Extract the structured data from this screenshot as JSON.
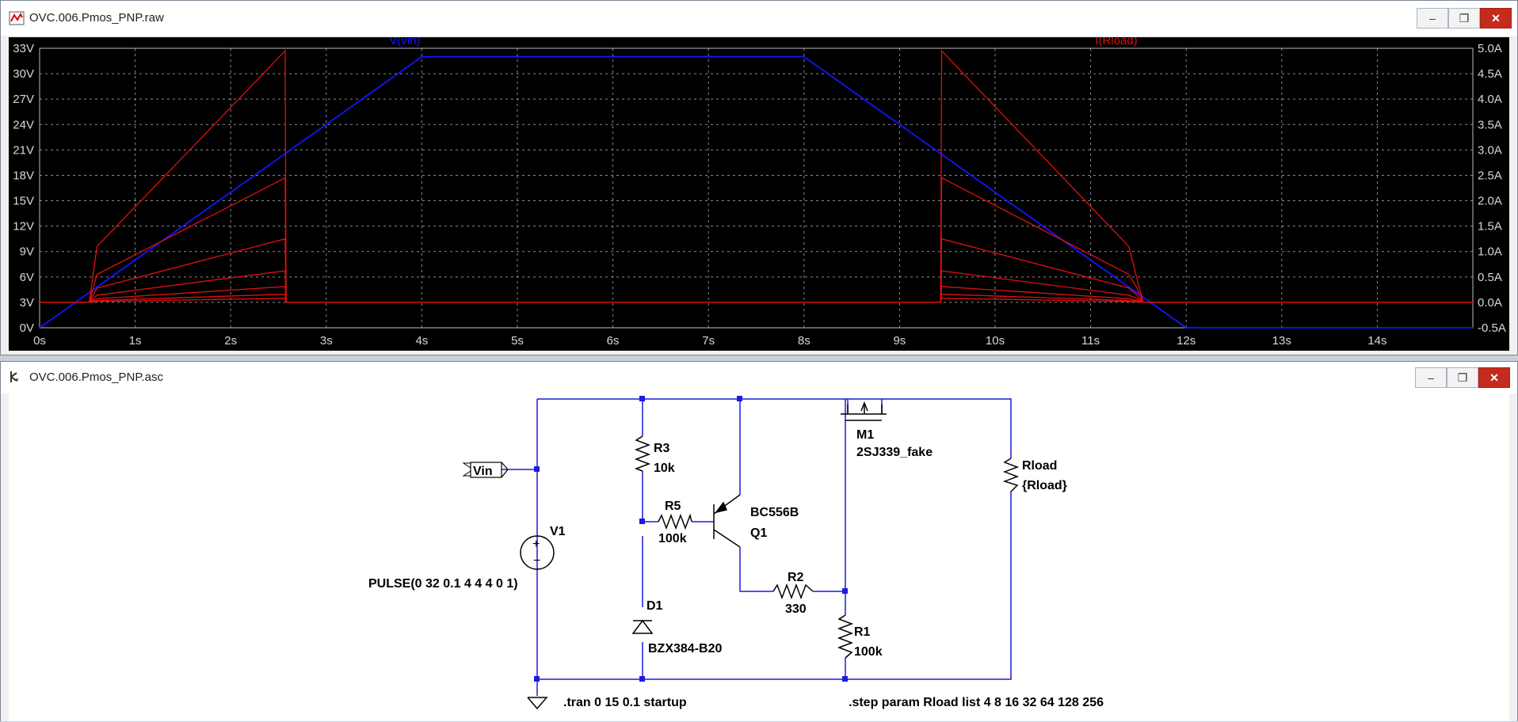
{
  "plot_window": {
    "title": "OVC.006.Pmos_PNP.raw",
    "icon": "waveform-icon",
    "buttons": {
      "minimize": "–",
      "restore": "❐",
      "close": "✕"
    }
  },
  "schematic_window": {
    "title": "OVC.006.Pmos_PNP.asc",
    "icon": "schematic-icon",
    "buttons": {
      "minimize": "–",
      "restore": "❐",
      "close": "✕"
    }
  },
  "colors": {
    "vin": "#1414ff",
    "iload": "#e01010",
    "grid": "#8a8a8a",
    "wire": "#1c1cdc",
    "axis_text": "#d8d8d8"
  },
  "chart_data": {
    "type": "line",
    "x_ticks": [
      "0s",
      "1s",
      "2s",
      "3s",
      "4s",
      "5s",
      "6s",
      "7s",
      "8s",
      "9s",
      "10s",
      "11s",
      "12s",
      "13s",
      "14s"
    ],
    "xlim": [
      0,
      15
    ],
    "y_left_ticks": [
      "0V",
      "3V",
      "6V",
      "9V",
      "12V",
      "15V",
      "18V",
      "21V",
      "24V",
      "27V",
      "30V",
      "33V"
    ],
    "y_left_lim": [
      0,
      33
    ],
    "y_right_ticks": [
      "-0.5A",
      "0.0A",
      "0.5A",
      "1.0A",
      "1.5A",
      "2.0A",
      "2.5A",
      "3.0A",
      "3.5A",
      "4.0A",
      "4.5A",
      "5.0A"
    ],
    "y_right_lim": [
      -0.5,
      5.0
    ],
    "grid": true,
    "series": [
      {
        "name": "V(vin)",
        "axis": "left",
        "x": [
          0,
          4,
          8,
          12,
          15
        ],
        "y": [
          0,
          32,
          32,
          0,
          0
        ]
      },
      {
        "name": "I(Rload)",
        "axis": "right",
        "runs": [
          {
            "x": [
              0,
              0.52,
              0.6,
              2.57,
              2.58,
              9.43,
              9.44,
              11.4,
              11.48,
              11.55,
              15
            ],
            "y": [
              0,
              0,
              1.1,
              4.95,
              0,
              0,
              4.95,
              1.1,
              0.5,
              0,
              0
            ]
          },
          {
            "x": [
              0,
              0.52,
              0.6,
              2.57,
              2.58,
              9.43,
              9.44,
              11.4,
              11.48,
              11.55,
              15
            ],
            "y": [
              0,
              0,
              0.55,
              2.45,
              0,
              0,
              2.45,
              0.55,
              0.3,
              0,
              0
            ]
          },
          {
            "x": [
              0,
              0.52,
              0.6,
              2.57,
              2.58,
              9.43,
              9.44,
              11.4,
              11.48,
              11.55,
              15
            ],
            "y": [
              0,
              0,
              0.28,
              1.25,
              0,
              0,
              1.25,
              0.28,
              0.15,
              0,
              0
            ]
          },
          {
            "x": [
              0,
              0.52,
              0.6,
              2.57,
              2.58,
              9.43,
              9.44,
              11.4,
              11.48,
              11.55,
              15
            ],
            "y": [
              0,
              0,
              0.14,
              0.62,
              0,
              0,
              0.62,
              0.14,
              0.08,
              0,
              0
            ]
          },
          {
            "x": [
              0,
              0.52,
              0.6,
              2.57,
              2.58,
              9.43,
              9.44,
              11.4,
              11.48,
              11.55,
              15
            ],
            "y": [
              0,
              0,
              0.07,
              0.31,
              0,
              0,
              0.31,
              0.07,
              0.04,
              0,
              0
            ]
          },
          {
            "x": [
              0,
              0.52,
              0.6,
              2.57,
              2.58,
              9.43,
              9.44,
              11.4,
              11.48,
              11.55,
              15
            ],
            "y": [
              0,
              0,
              0.035,
              0.16,
              0,
              0,
              0.16,
              0.035,
              0.02,
              0,
              0
            ]
          },
          {
            "x": [
              0,
              0.52,
              0.6,
              2.57,
              2.58,
              9.43,
              9.44,
              11.4,
              11.48,
              11.55,
              15
            ],
            "y": [
              0,
              0,
              0.018,
              0.08,
              0,
              0,
              0.08,
              0.018,
              0.01,
              0,
              0
            ]
          }
        ]
      }
    ]
  },
  "schematic": {
    "vin_label": "Vin",
    "v1": {
      "ref": "V1",
      "value": "PULSE(0 32 0.1 4 4 4 0 1)"
    },
    "r3": {
      "ref": "R3",
      "value": "10k"
    },
    "r5": {
      "ref": "R5",
      "value": "100k"
    },
    "q1": {
      "ref": "Q1",
      "value": "BC556B"
    },
    "m1": {
      "ref": "M1",
      "value": "2SJ339_fake"
    },
    "r2": {
      "ref": "R2",
      "value": "330"
    },
    "r1": {
      "ref": "R1",
      "value": "100k"
    },
    "d1": {
      "ref": "D1",
      "value": "BZX384-B20"
    },
    "rload": {
      "ref": "Rload",
      "value": "{Rload}"
    },
    "tran_directive": ".tran 0 15 0.1 startup",
    "step_directive": ".step param Rload list  4 8 16 32 64 128 256"
  }
}
